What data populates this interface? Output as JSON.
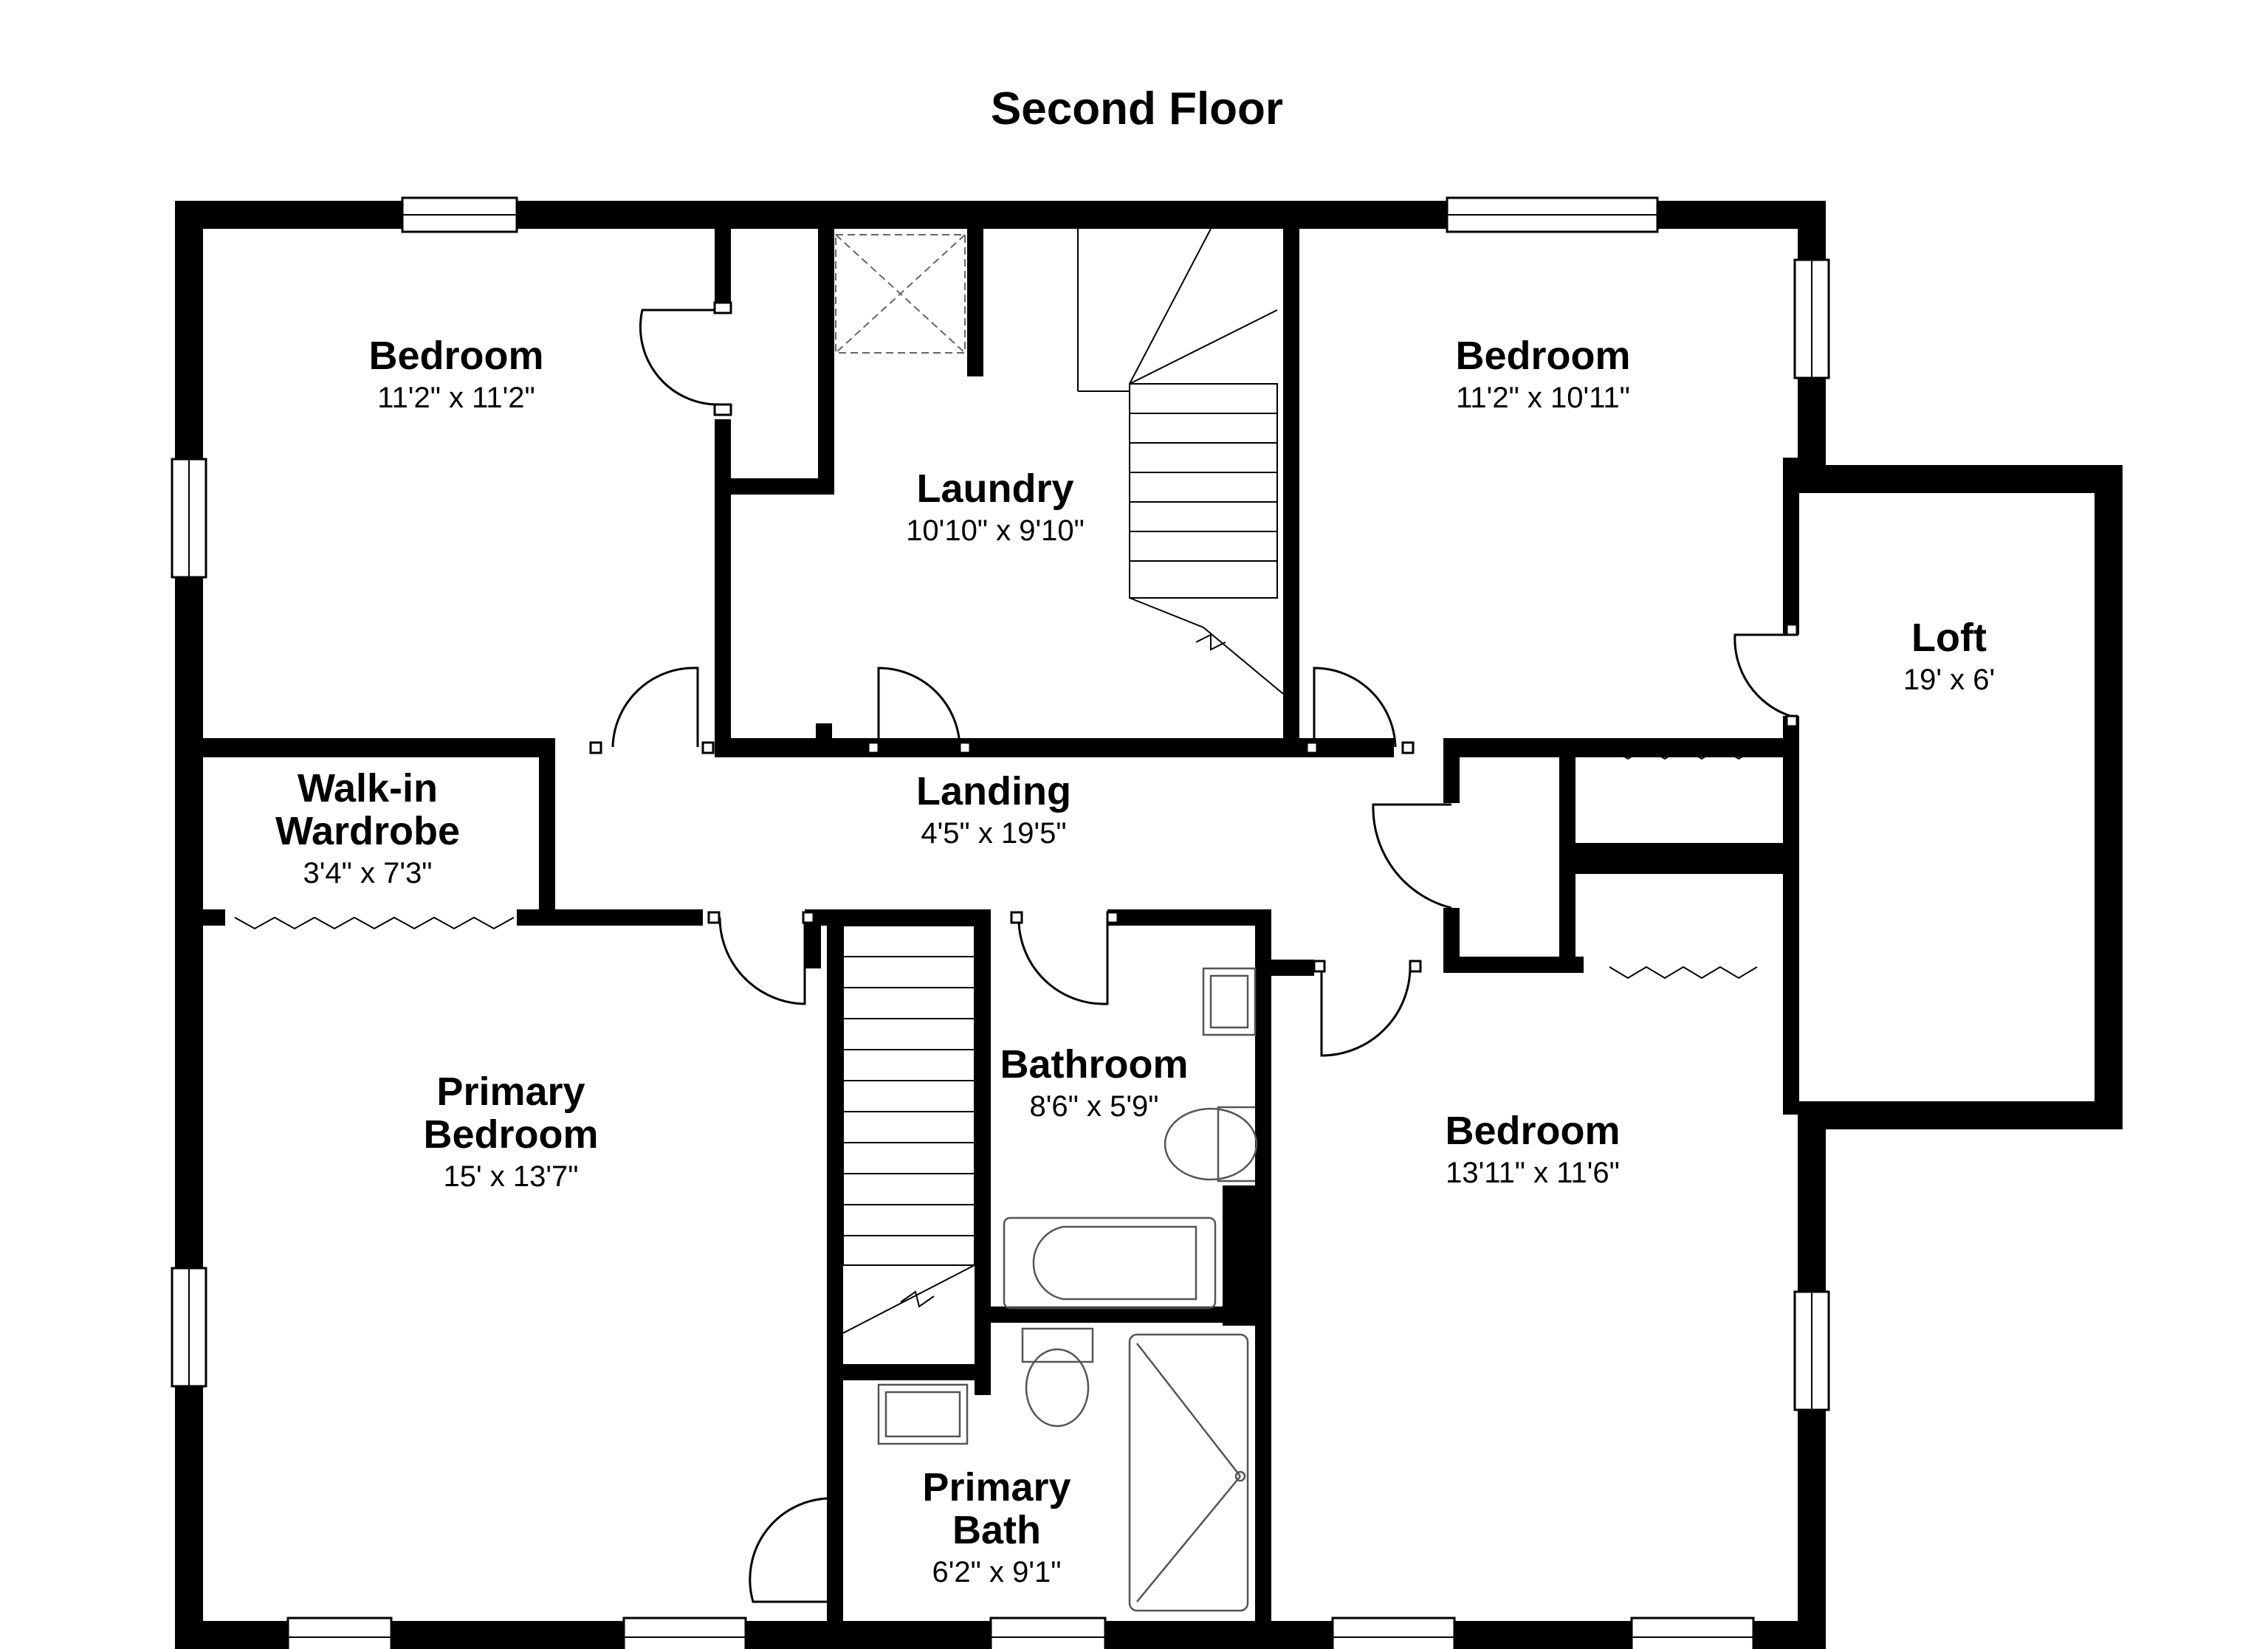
{
  "title": "Second Floor",
  "colors": {
    "wall": "#000000",
    "background": "#ffffff",
    "fixture": "#888888"
  },
  "rooms": [
    {
      "id": "bedroom-nw",
      "name_lines": [
        "Bedroom"
      ],
      "dimensions": "11'2\" x 11'2\""
    },
    {
      "id": "laundry",
      "name_lines": [
        "Laundry"
      ],
      "dimensions": "10'10\" x 9'10\""
    },
    {
      "id": "bedroom-ne",
      "name_lines": [
        "Bedroom"
      ],
      "dimensions": "11'2\" x 10'11\""
    },
    {
      "id": "loft",
      "name_lines": [
        "Loft"
      ],
      "dimensions": "19' x 6'"
    },
    {
      "id": "walk-in-wardrobe",
      "name_lines": [
        "Walk-in",
        "Wardrobe"
      ],
      "dimensions": "3'4\" x 7'3\""
    },
    {
      "id": "landing",
      "name_lines": [
        "Landing"
      ],
      "dimensions": "4'5\" x 19'5\""
    },
    {
      "id": "primary-bedroom",
      "name_lines": [
        "Primary",
        "Bedroom"
      ],
      "dimensions": "15' x 13'7\""
    },
    {
      "id": "bathroom",
      "name_lines": [
        "Bathroom"
      ],
      "dimensions": "8'6\" x 5'9\""
    },
    {
      "id": "bedroom-se",
      "name_lines": [
        "Bedroom"
      ],
      "dimensions": "13'11\" x 11'6\""
    },
    {
      "id": "primary-bath",
      "name_lines": [
        "Primary",
        "Bath"
      ],
      "dimensions": "6'2\" x 9'1\""
    }
  ]
}
